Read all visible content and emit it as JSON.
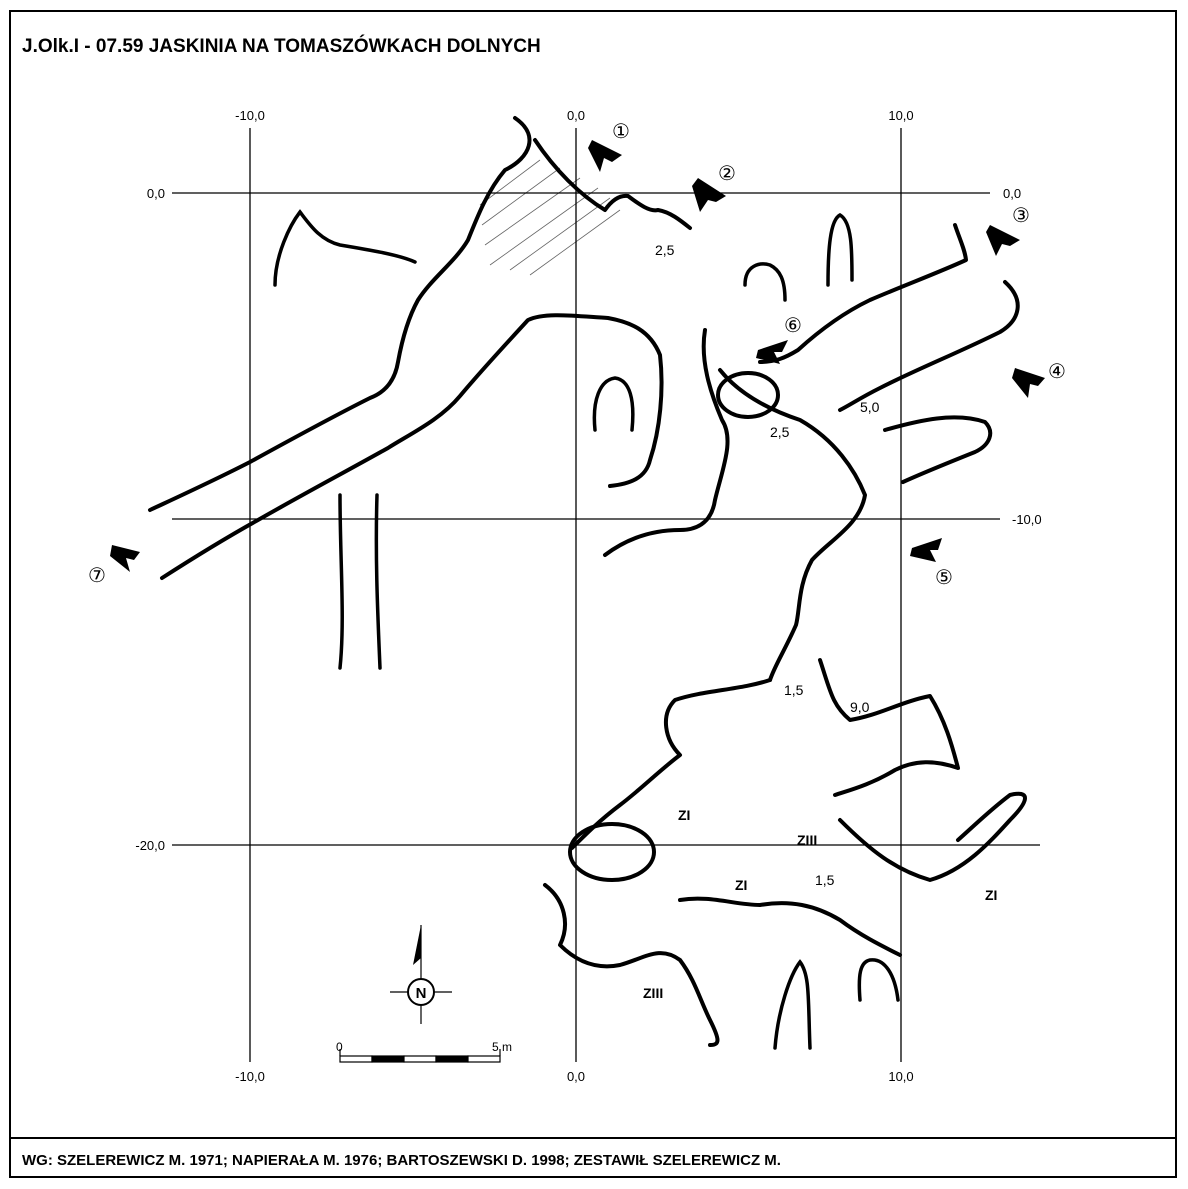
{
  "title": "J.Olk.I - 07.59  JASKINIA NA TOMASZÓWKACH DOLNYCH",
  "credits": "WG: SZELEREWICZ M.  1971; NAPIERAŁA M.  1976; BARTOSZEWSKI  D.  1998; ZESTAWIŁ SZELEREWICZ M.",
  "grid": {
    "x_ticks": [
      "-10,0",
      "0,0",
      "10,0"
    ],
    "y_ticks_left": [
      "0,0",
      "-20,0"
    ],
    "y_ticks_right": [
      "0,0",
      "-10,0"
    ],
    "bottom_ticks": [
      "-10,0",
      "0,0",
      "10,0"
    ]
  },
  "entrances": [
    "①",
    "②",
    "③",
    "④",
    "⑤",
    "⑥",
    "⑦"
  ],
  "depths": [
    "2,5",
    "2,5",
    "5,0",
    "1,5",
    "9,0",
    "1,5"
  ],
  "zones": [
    "ZI",
    "ZIII",
    "ZI",
    "ZI",
    "ZIII"
  ],
  "north_label": "N",
  "scale": {
    "start": "0",
    "end": "5 m"
  }
}
